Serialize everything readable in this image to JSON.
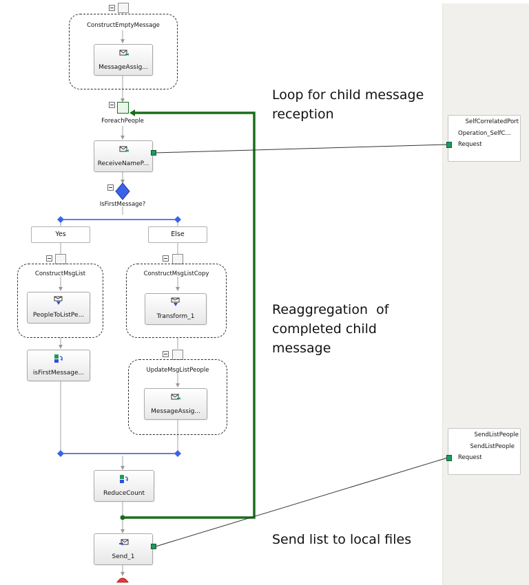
{
  "annotations": {
    "loop_note_line1": "Loop for child message",
    "loop_note_line2": "reception",
    "reagg_line1": "Reaggregation  of",
    "reagg_line2": "completed child",
    "reagg_line3": "message",
    "send_note": "Send list to local files"
  },
  "scopes": {
    "construct_empty": "ConstructEmptyMessage",
    "construct_list": "ConstructMsgList",
    "construct_list_copy": "ConstructMsgListCopy",
    "update_list": "UpdateMsgListPeople"
  },
  "shapes": {
    "message_assign_1": "MessageAssig...",
    "receive": "ReceiveNameP...",
    "people_to_list": "PeopleToListPe...",
    "transform": "Transform_1",
    "is_first_expr": "isFirstMessage...",
    "message_assign_2": "MessageAssig...",
    "reduce_count": "ReduceCount",
    "send": "Send_1"
  },
  "loop_label": "ForeachPeople",
  "decide_label": "IsFirstMessage?",
  "branches": {
    "yes": "Yes",
    "else": "Else"
  },
  "ports": {
    "port1": {
      "name": "SelfCorrelatedPort",
      "operation": "Operation_SelfC...",
      "request": "Request"
    },
    "port2": {
      "name": "SendListPeople",
      "operation": "SendListPeople",
      "request": "Request"
    }
  },
  "colors": {
    "loop_green": "#1a6e1a",
    "branch_blue": "#2f4fe0",
    "diamond_blue": "#3a63e6",
    "end_red": "#e23b3b"
  }
}
